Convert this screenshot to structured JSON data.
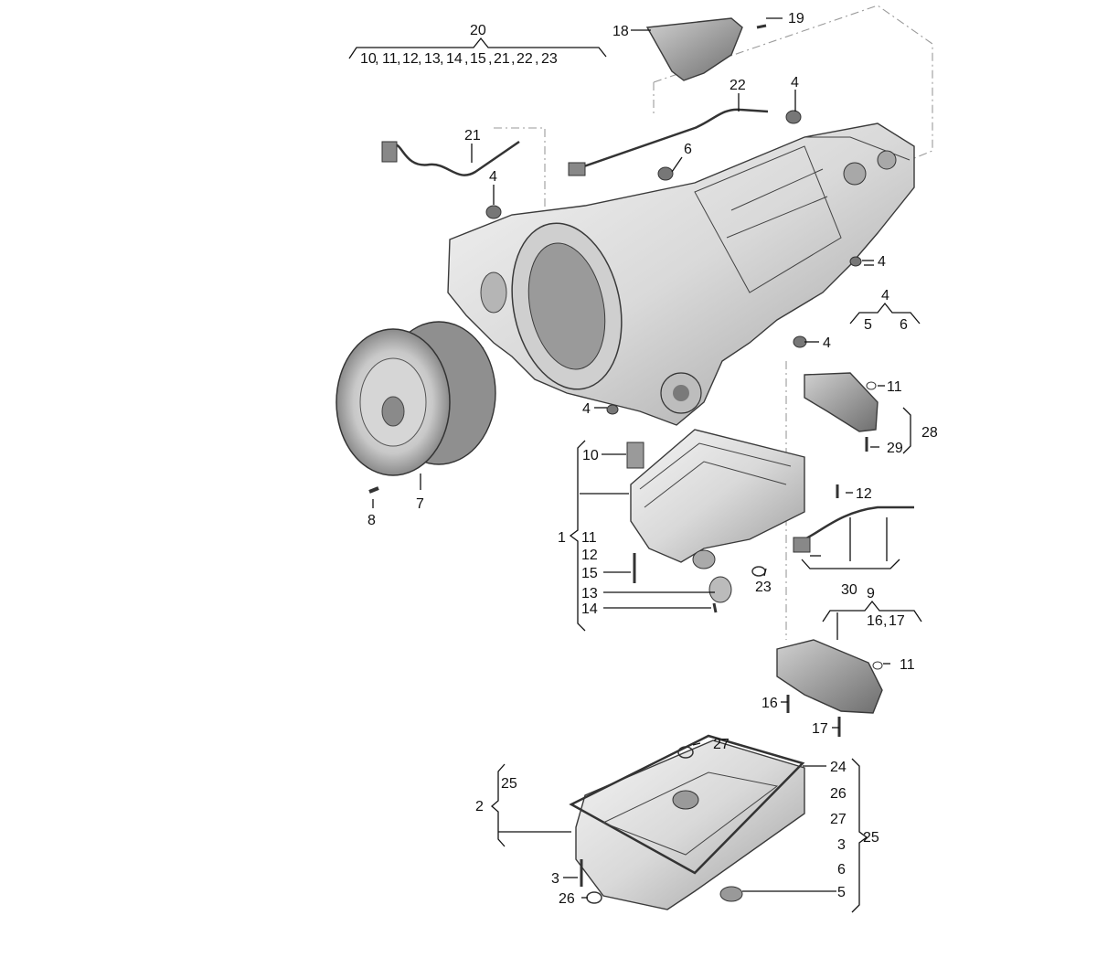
{
  "diagram": {
    "group_20": {
      "label": "20",
      "members": [
        "10",
        "11",
        "12",
        "13",
        "14",
        "15",
        "21",
        "22",
        "23"
      ]
    },
    "group_4": {
      "label": "4",
      "members": [
        "5",
        "6"
      ]
    },
    "group_28": {
      "label": "28",
      "members": [
        "11",
        "29"
      ]
    },
    "group_9": {
      "label": "9",
      "members": [
        "16",
        "17"
      ]
    },
    "group_30": {
      "label": "30"
    },
    "group_1": {
      "label": "1",
      "members": [
        "10",
        "11",
        "12",
        "15",
        "13",
        "14"
      ]
    },
    "group_2": {
      "label": "2",
      "members": [
        "25"
      ]
    },
    "group_25": {
      "label": "25",
      "members": [
        "24",
        "26",
        "27",
        "3",
        "6",
        "5"
      ]
    },
    "callouts": {
      "p18": "18",
      "p19": "19",
      "p22": "22",
      "p4a": "4",
      "p21": "21",
      "p6": "6",
      "p4b": "4",
      "p4c": "4",
      "p4d": "4",
      "p4e": "4",
      "p11a": "11",
      "p29": "29",
      "p8": "8",
      "p7": "7",
      "p12b": "12",
      "p23": "23",
      "p11b": "11",
      "p16": "16",
      "p17": "17",
      "p27": "27",
      "p3": "3",
      "p26": "26"
    }
  }
}
